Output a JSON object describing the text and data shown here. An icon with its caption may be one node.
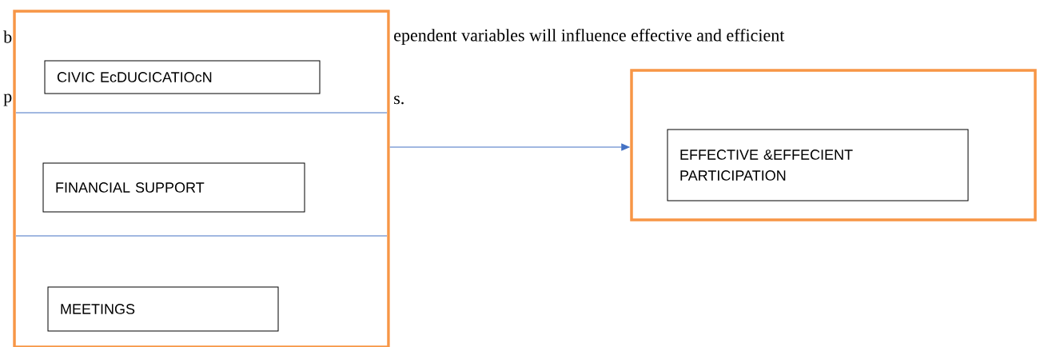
{
  "diagram": {
    "nodes": [
      {
        "text": [],
        "shape": "box"
      },
      {
        "text": [
          "CIVIC EcDUCICATIOcN"
        ],
        "in": 0
      },
      {
        "text": [
          "FINANCIAL SUPPORT"
        ],
        "in": 0
      },
      {
        "text": [
          "MEETINGS"
        ],
        "in": 0
      },
      {
        "text": [],
        "shape": "box"
      },
      {
        "text": [
          "EFFECTIVE &EFFECIENT PARTICIPATION"
        ],
        "in": 4
      }
    ],
    "edges": [
      {
        "from": 0,
        "to": 4,
        "arrow": "to"
      }
    ],
    "labels": [
      "b",
      "ependent variables will influence effective and efficient",
      "p",
      "s."
    ]
  }
}
